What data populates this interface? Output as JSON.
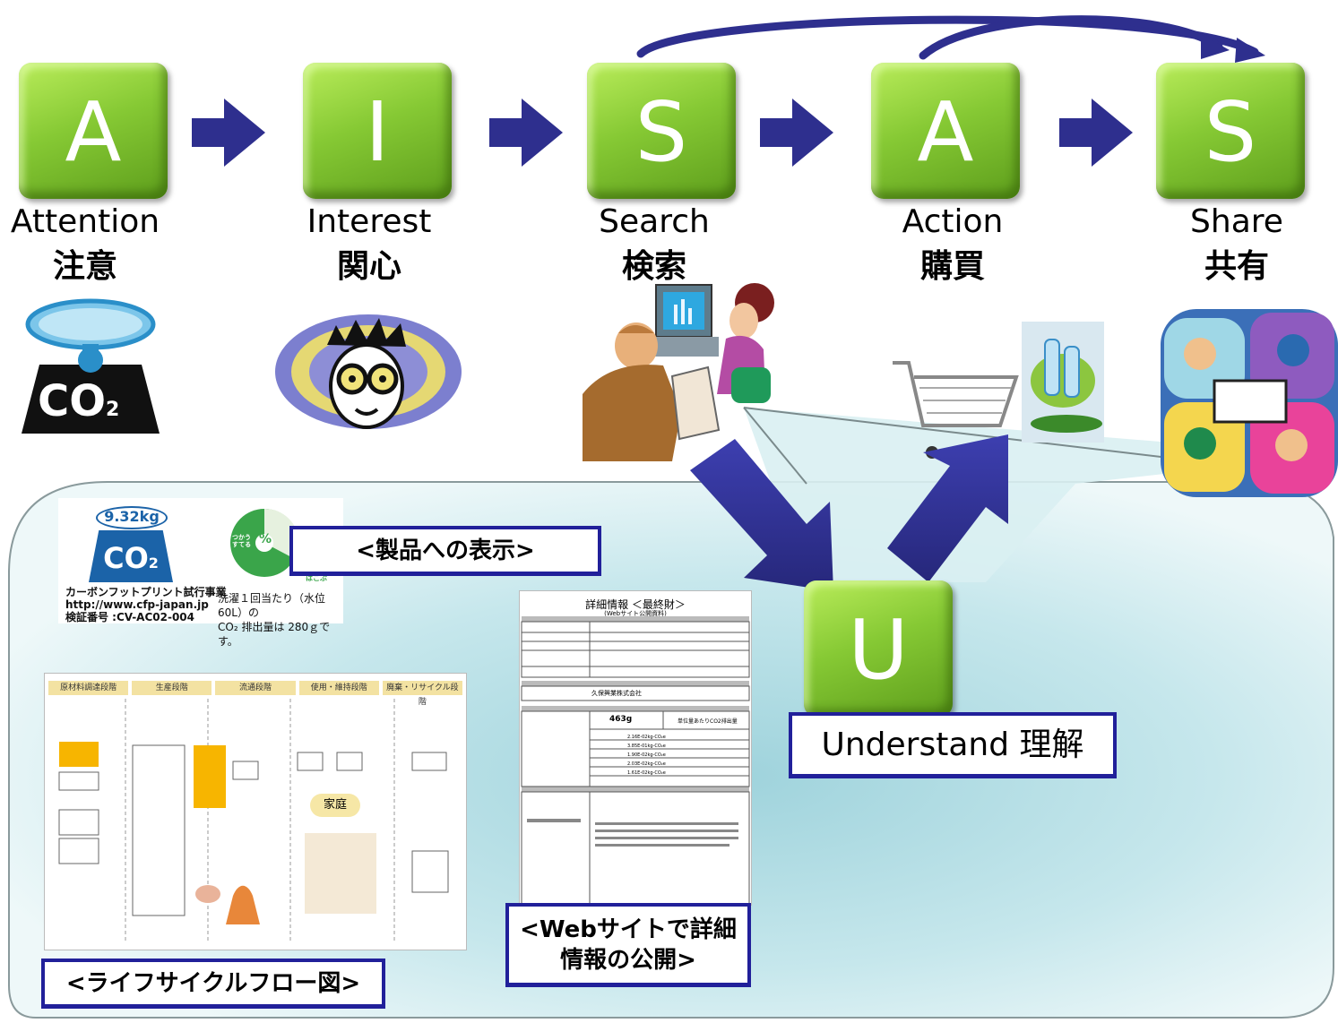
{
  "stages": [
    {
      "letter": "A",
      "en": "Attention",
      "jp": "注意"
    },
    {
      "letter": "I",
      "en": "Interest",
      "jp": "関心"
    },
    {
      "letter": "S",
      "en": "Search",
      "jp": "検索"
    },
    {
      "letter": "A",
      "en": "Action",
      "jp": "購買"
    },
    {
      "letter": "S",
      "en": "Share",
      "jp": "共有"
    }
  ],
  "understand": {
    "letter": "U",
    "label": "Understand 理解"
  },
  "labels": {
    "product_display": "<製品への表示>",
    "website_line1": "<Webサイトで詳細",
    "website_line2": "情報の公開>",
    "lifecycle": "<ライフサイクルフロー図>"
  },
  "co2_icon": {
    "text": "CO",
    "sub": "2"
  },
  "cfp_label": {
    "weight": "9.32kg",
    "co2": "CO",
    "co2_sub": "2",
    "line1": "カーボンフットプリント試行事業",
    "line2": "http://www.cfp-japan.jp",
    "line3": "検証番号 :CV-AC02-004"
  },
  "pie_label": {
    "percent": "%",
    "left": "つかう\nすてる",
    "bottom": "はこぶ",
    "line1": "洗濯１回当たり（水位 60L）の",
    "line2": "CO₂ 排出量は 280ｇです。"
  },
  "detail_doc": {
    "title": "詳細情報 ＜最終財＞",
    "subtitle": "(Webサイト公開資料)",
    "value": "463g",
    "unit_label": "単位量あたりCO2排出量",
    "company": "久保興業株式会社",
    "rows": [
      "2.16E-02kg-CO₂e",
      "3.85E-01kg-CO₂e",
      "1.90E-02kg-CO₂e",
      "2.03E-02kg-CO₂e",
      "1.61E-02kg-CO₂e"
    ]
  },
  "lifecycle_doc": {
    "headers": [
      "原材料調達段階",
      "生産段階",
      "流通段階",
      "使用・維持段階",
      "廃棄・リサイクル段階"
    ],
    "home": "家庭"
  },
  "colors": {
    "arrow": "#2e2f8e",
    "box_border": "#21209a",
    "green_block": "#86c934",
    "panel": "#bfe5ea"
  }
}
